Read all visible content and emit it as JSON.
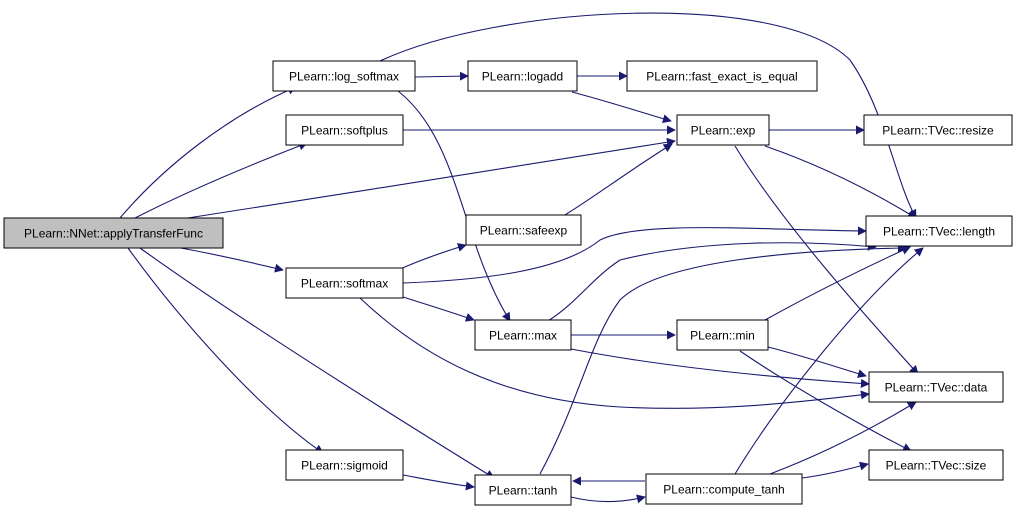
{
  "colors": {
    "edge": "#191970",
    "node_fill": "#ffffff",
    "root_fill": "#bfbfbf",
    "node_border": "#000000"
  },
  "nodes": {
    "apply": {
      "label": "PLearn::NNet::applyTransferFunc",
      "root": true
    },
    "log_softmax": {
      "label": "PLearn::log_softmax"
    },
    "softplus": {
      "label": "PLearn::softplus"
    },
    "softmax": {
      "label": "PLearn::softmax"
    },
    "sigmoid": {
      "label": "PLearn::sigmoid"
    },
    "logadd": {
      "label": "PLearn::logadd"
    },
    "fast_exact": {
      "label": "PLearn::fast_exact_is_equal"
    },
    "exp": {
      "label": "PLearn::exp"
    },
    "safeexp": {
      "label": "PLearn::safeexp"
    },
    "max": {
      "label": "PLearn::max"
    },
    "min": {
      "label": "PLearn::min"
    },
    "tanh": {
      "label": "PLearn::tanh"
    },
    "compute_tanh": {
      "label": "PLearn::compute_tanh"
    },
    "resize": {
      "label": "PLearn::TVec::resize"
    },
    "length": {
      "label": "PLearn::TVec::length"
    },
    "data": {
      "label": "PLearn::TVec::data"
    },
    "size": {
      "label": "PLearn::TVec::size"
    }
  },
  "edges": [
    {
      "from": "apply",
      "to": "log_softmax"
    },
    {
      "from": "apply",
      "to": "softplus"
    },
    {
      "from": "apply",
      "to": "exp"
    },
    {
      "from": "apply",
      "to": "softmax"
    },
    {
      "from": "apply",
      "to": "sigmoid"
    },
    {
      "from": "apply",
      "to": "tanh"
    },
    {
      "from": "log_softmax",
      "to": "logadd"
    },
    {
      "from": "log_softmax",
      "to": "length"
    },
    {
      "from": "log_softmax",
      "to": "max"
    },
    {
      "from": "logadd",
      "to": "fast_exact"
    },
    {
      "from": "logadd",
      "to": "exp"
    },
    {
      "from": "softplus",
      "to": "exp"
    },
    {
      "from": "exp",
      "to": "resize"
    },
    {
      "from": "exp",
      "to": "length"
    },
    {
      "from": "exp",
      "to": "data"
    },
    {
      "from": "softmax",
      "to": "safeexp"
    },
    {
      "from": "softmax",
      "to": "length"
    },
    {
      "from": "softmax",
      "to": "max"
    },
    {
      "from": "softmax",
      "to": "data"
    },
    {
      "from": "safeexp",
      "to": "exp"
    },
    {
      "from": "max",
      "to": "length"
    },
    {
      "from": "max",
      "to": "min"
    },
    {
      "from": "max",
      "to": "data"
    },
    {
      "from": "min",
      "to": "length"
    },
    {
      "from": "min",
      "to": "data"
    },
    {
      "from": "min",
      "to": "size"
    },
    {
      "from": "sigmoid",
      "to": "tanh"
    },
    {
      "from": "tanh",
      "to": "length"
    },
    {
      "from": "tanh",
      "to": "compute_tanh"
    },
    {
      "from": "compute_tanh",
      "to": "tanh"
    },
    {
      "from": "compute_tanh",
      "to": "length"
    },
    {
      "from": "compute_tanh",
      "to": "data"
    },
    {
      "from": "compute_tanh",
      "to": "size"
    }
  ]
}
